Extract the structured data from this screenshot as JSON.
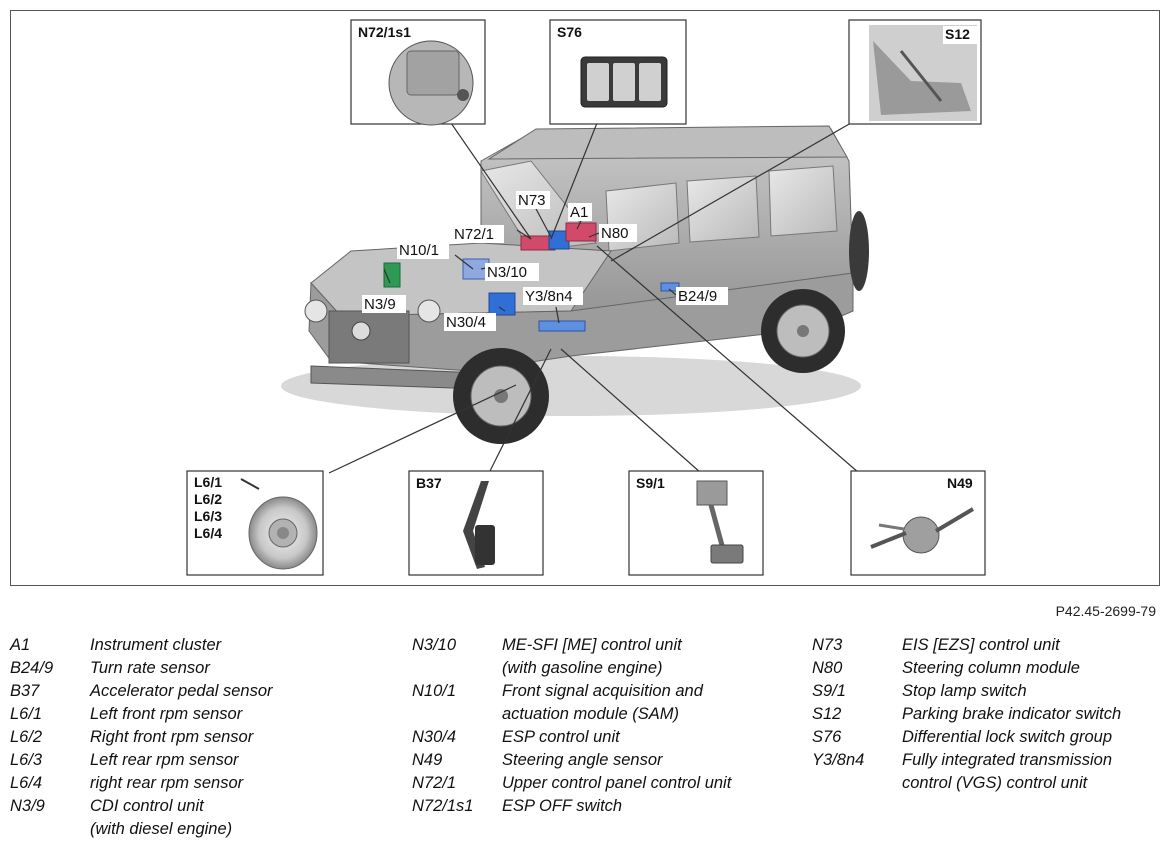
{
  "diagram_ref": "P42.45-2699-79",
  "callout_labels": {
    "N73": "N73",
    "A1": "A1",
    "N72_1": "N72/1",
    "N80": "N80",
    "N10_1": "N10/1",
    "N3_10": "N3/10",
    "N3_9": "N3/9",
    "Y3_8n4": "Y3/8n4",
    "B24_9": "B24/9",
    "N30_4": "N30/4"
  },
  "inset_boxes": {
    "N72_1s1": "N72/1s1",
    "S76": "S76",
    "S12": "S12",
    "L6": [
      "L6/1",
      "L6/2",
      "L6/3",
      "L6/4"
    ],
    "B37": "B37",
    "S9_1": "S9/1",
    "N49": "N49"
  },
  "legend": {
    "col1": [
      {
        "code": "A1",
        "desc": [
          "Instrument cluster"
        ]
      },
      {
        "code": "B24/9",
        "desc": [
          "Turn rate sensor"
        ]
      },
      {
        "code": "B37",
        "desc": [
          "Accelerator pedal sensor"
        ]
      },
      {
        "code": "L6/1",
        "desc": [
          "Left front rpm sensor"
        ]
      },
      {
        "code": "L6/2",
        "desc": [
          "Right front rpm sensor"
        ]
      },
      {
        "code": "L6/3",
        "desc": [
          "Left rear rpm sensor"
        ]
      },
      {
        "code": "L6/4",
        "desc": [
          "right rear rpm sensor"
        ]
      },
      {
        "code": "N3/9",
        "desc": [
          "CDI control unit",
          "(with diesel engine)"
        ]
      }
    ],
    "col2": [
      {
        "code": "N3/10",
        "desc": [
          "ME-SFI [ME] control unit",
          "(with gasoline engine)"
        ]
      },
      {
        "code": "N10/1",
        "desc": [
          "Front signal acquisition and",
          "actuation module (SAM)"
        ]
      },
      {
        "code": "N30/4",
        "desc": [
          "ESP control unit"
        ]
      },
      {
        "code": "N49",
        "desc": [
          "Steering angle sensor"
        ]
      },
      {
        "code": "N72/1",
        "desc": [
          "Upper control panel control unit"
        ]
      },
      {
        "code": "N72/1s1",
        "desc": [
          "ESP OFF switch"
        ]
      }
    ],
    "col3": [
      {
        "code": "N73",
        "desc": [
          "EIS [EZS] control unit"
        ]
      },
      {
        "code": "N80",
        "desc": [
          "Steering column module"
        ]
      },
      {
        "code": "S9/1",
        "desc": [
          "Stop lamp switch"
        ]
      },
      {
        "code": "S12",
        "desc": [
          "Parking brake indicator switch"
        ]
      },
      {
        "code": "S76",
        "desc": [
          "Differential lock switch group"
        ]
      },
      {
        "code": "Y3/8n4",
        "desc": [
          "Fully integrated transmission",
          "control (VGS) control unit"
        ]
      }
    ]
  },
  "colors": {
    "vehicle_body": "#a9a9a9",
    "component_blue": "#2f6fd6",
    "component_red": "#d14a6a",
    "component_green": "#2e9a55",
    "leader_line": "#333333"
  }
}
